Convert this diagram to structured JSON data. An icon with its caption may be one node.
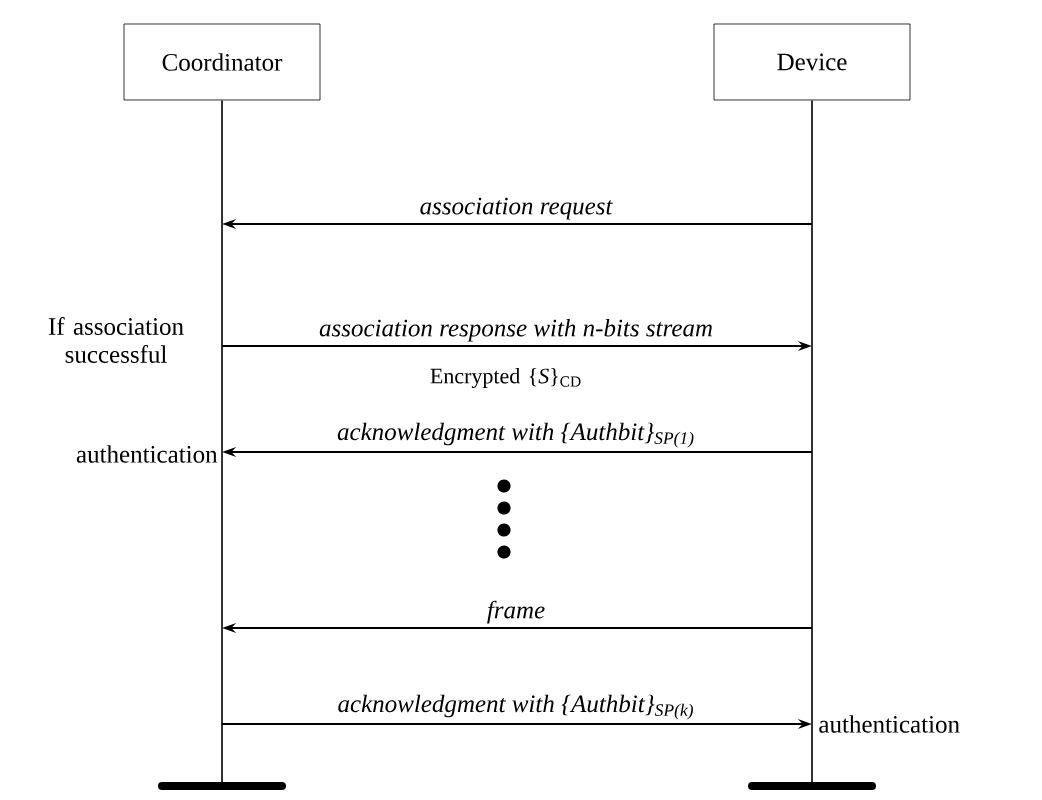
{
  "diagram": {
    "nodes": [
      {
        "text": [
          "Coordinator"
        ]
      },
      {
        "text": [
          "Device"
        ]
      }
    ],
    "edges": [
      {
        "from": 1,
        "to": 0,
        "arrow": "to",
        "label": "association request"
      },
      {
        "from": 0,
        "to": 1,
        "arrow": "to",
        "label": "association response with n-bits stream"
      },
      {
        "from": 1,
        "to": 0,
        "arrow": "to",
        "label": "acknowledgment with {Authbit}$_{SP(1)}$"
      },
      {
        "from": 1,
        "to": 0,
        "arrow": "to",
        "label": "frame"
      },
      {
        "from": 0,
        "to": 1,
        "arrow": "to",
        "label": "acknowledgment with {Authbit}$_{SP(k)}$"
      }
    ],
    "labels": [
      "If association successful",
      "Encrypted {*S*}$_{CD}$",
      "authentication",
      "authentication"
    ]
  }
}
